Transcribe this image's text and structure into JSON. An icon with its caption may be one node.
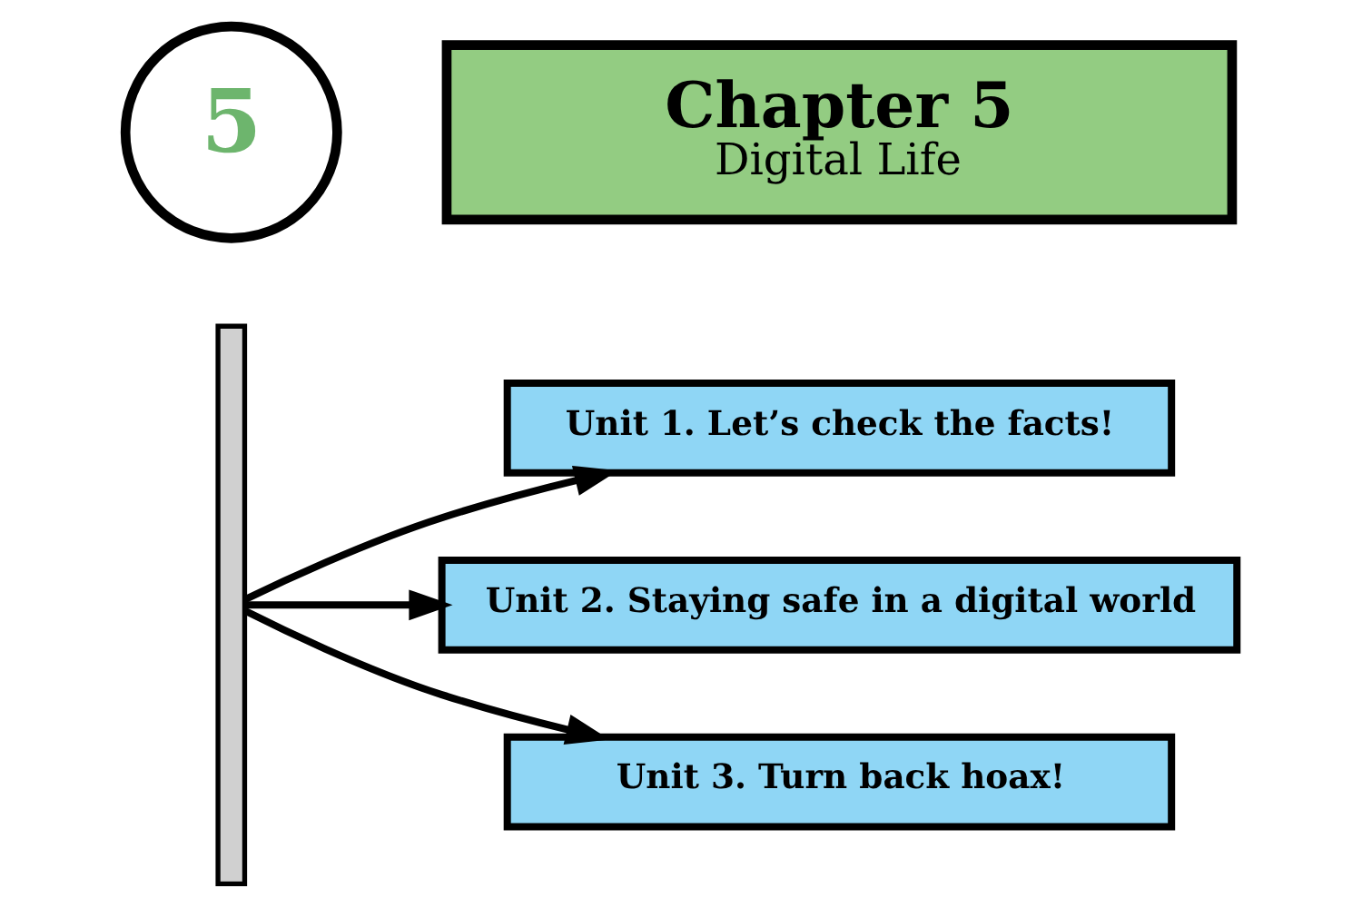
{
  "diagram": {
    "nodes": [
      {
        "text": [
          "5"
        ]
      },
      {
        "text": [
          "Chapter 5",
          "Digital Life"
        ]
      },
      {
        "text": [],
        "shape": "bar"
      },
      {
        "text": [
          "Unit 1. Let’s check the facts!"
        ]
      },
      {
        "text": [
          "Unit 2. Staying safe in a digital world"
        ]
      },
      {
        "text": [
          "Unit 3. Turn back hoax!"
        ]
      }
    ],
    "edges": [
      {
        "from": 2,
        "to": 3,
        "arrow": "to"
      },
      {
        "from": 2,
        "to": 4,
        "arrow": "to"
      },
      {
        "from": 2,
        "to": 5,
        "arrow": "to"
      }
    ]
  }
}
